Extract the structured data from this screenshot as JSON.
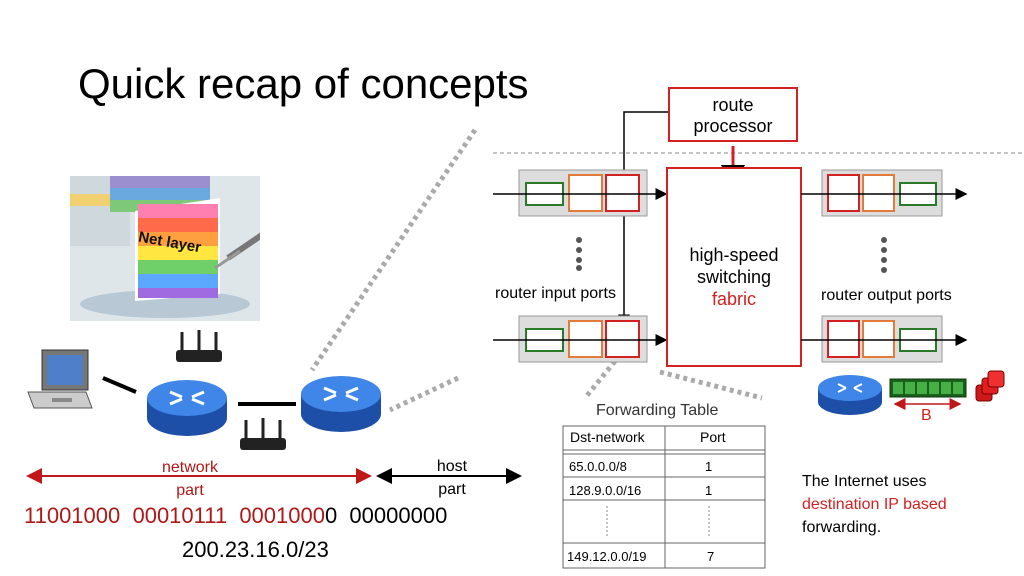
{
  "title": "Quick recap of concepts",
  "cake": {
    "label": "Net layer"
  },
  "router_diagram": {
    "route_processor": [
      "route",
      "processor"
    ],
    "fabric": [
      "high-speed",
      "switching",
      "fabric"
    ],
    "input_ports_label": "router input ports",
    "output_ports_label": "router output ports",
    "buffer_label": "B"
  },
  "forwarding_table": {
    "title": "Forwarding Table",
    "headers": [
      "Dst-network",
      "Port"
    ],
    "rows": [
      {
        "network": "65.0.0.0/8",
        "port": "1"
      },
      {
        "network": "128.9.0.0/16",
        "port": "1"
      },
      {
        "network": "149.12.0.0/19",
        "port": "7"
      }
    ]
  },
  "addressing": {
    "network_part": [
      "network",
      "part"
    ],
    "host_part": [
      "host",
      "part"
    ],
    "bits_red": "11001000  00010111  0001000",
    "bits_black": "0  00000000",
    "prefix": "200.23.16.0/23"
  },
  "note": {
    "line1": "The Internet uses",
    "line2": "destination IP based",
    "line3": "forwarding."
  },
  "colors": {
    "red": "#d42020",
    "green": "#2a7a2a",
    "orange": "#e07b39",
    "router_blue": "#2f6fd6"
  }
}
